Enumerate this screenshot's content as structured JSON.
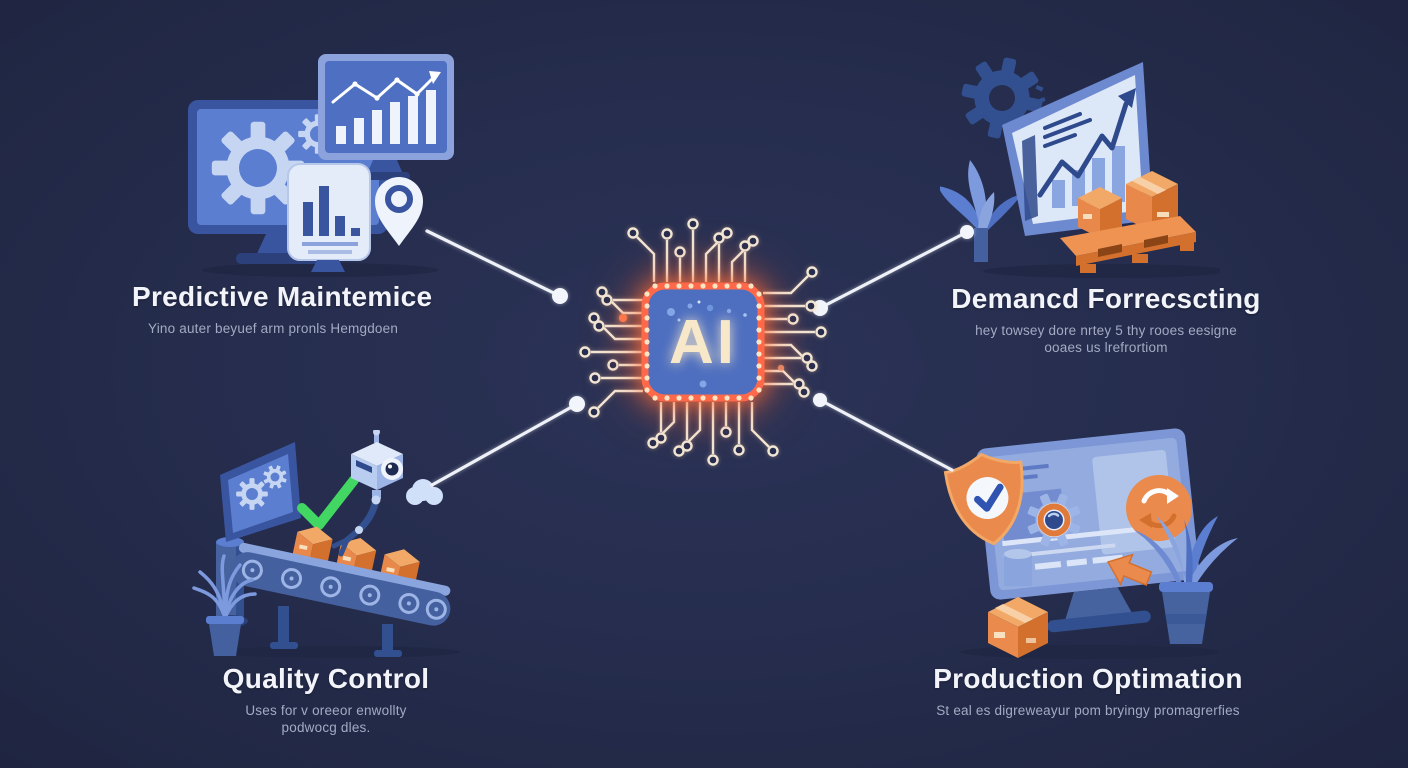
{
  "page": {
    "background": "#262d4e",
    "accent_orange": "#ff6848",
    "box_orange": "#e8884a",
    "illustration_blue": "#5b7ed0",
    "chip_blue": "#4e6fc0",
    "check_green": "#42d662",
    "title_color": "#f2f4fa",
    "subtitle_color": "#a2abc3",
    "connector_color": "#eef1f8"
  },
  "center_chip": {
    "label": "AI",
    "label_color": "#f8e8ca",
    "glow_color": "#ff6848"
  },
  "quadrants": {
    "top_left": {
      "title": "Predictive Maintemice",
      "subtitle": "Yino auter beyuef arm pronls Hemgdoen"
    },
    "top_right": {
      "title": "Demancd Forrecscting",
      "subtitle": "hey towsey dore nrtey 5 thy rooes eesigne\nooaes us lrefrortiom"
    },
    "bottom_left": {
      "title": "Quality Control",
      "subtitle": "Uses for v oreeor enwollty\npodwocg dles."
    },
    "bottom_right": {
      "title": "Production Optimation",
      "subtitle": "St eal es digreweayur pom bryingy promagrerfies"
    }
  }
}
